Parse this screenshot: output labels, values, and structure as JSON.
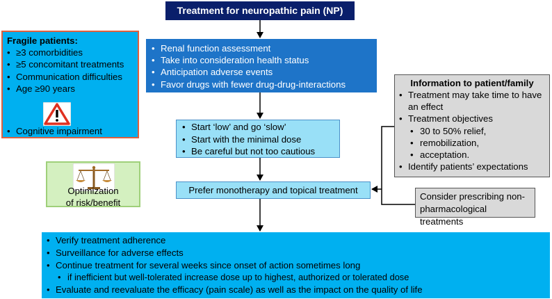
{
  "title": "Treatment for neuropathic pain (NP)",
  "fragile": {
    "header": "Fragile patients:",
    "items": [
      "≥3 comorbidities",
      "≥5 concomitant treatments",
      "Communication difficulties",
      "Age ≥90 years"
    ],
    "last_item": "Cognitive impairment"
  },
  "renal": {
    "items": [
      "Renal function assessment",
      "Take into consideration health status",
      "Anticipation adverse events",
      "Favor drugs with fewer drug-drug-interactions"
    ]
  },
  "start": {
    "items": [
      "Start ‘low’ and go ‘slow’",
      "Start with the minimal dose",
      "Be careful but not too cautious"
    ]
  },
  "info": {
    "header": "Information to patient/family",
    "items": [
      "Treatment may take time to have an effect",
      "Treatment objectives",
      "30 to 50% relief,",
      "remobilization,",
      "acceptation.",
      "Identify patients’ expectations"
    ]
  },
  "optimization": {
    "line1": "Optimization",
    "line2": "of risk/benefit"
  },
  "monotherapy": "Prefer monotherapy and topical treatment",
  "nonpharm": "Consider prescribing non-pharmacological treatments",
  "bottom": {
    "items": [
      "Verify treatment adherence",
      "Surveillance for adverse effects",
      "Continue treatment for several weeks since onset of action sometimes long",
      "if inefficient but well-tolerated increase dose up to highest, authorized or tolerated dose",
      "Evaluate and reevaluate the efficacy (pain scale) as well as the impact on the quality of life"
    ]
  },
  "colors": {
    "title_bg": "#0a1f6b",
    "fragile_bg": "#00b0f0",
    "fragile_border": "#e0603e",
    "renal_bg": "#1e74c8",
    "light_blue": "#99e0f7",
    "gray": "#d9d9d9",
    "green": "#d4f0c0",
    "warning": "#e03020"
  },
  "icons": [
    "warning-icon",
    "scale-of-justice-icon"
  ]
}
